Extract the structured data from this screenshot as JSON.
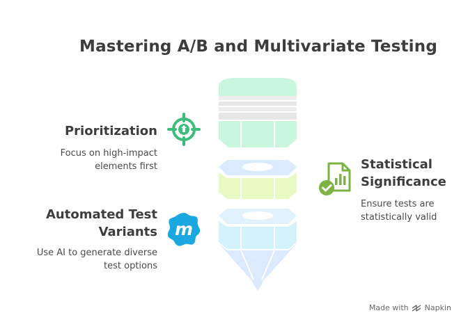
{
  "title": "Mastering A/B and Multivariate Testing",
  "items": [
    {
      "heading": "Prioritization",
      "description_lines": [
        "Focus on high-impact",
        "elements first"
      ],
      "icon": "crosshair-icon",
      "color": "#3dbd7d"
    },
    {
      "heading_lines": [
        "Statistical",
        "Significance"
      ],
      "description_lines": [
        "Ensure tests are",
        "statistically valid"
      ],
      "icon": "document-check-icon",
      "color": "#7cb342"
    },
    {
      "heading_lines": [
        "Automated Test",
        "Variants"
      ],
      "description_lines": [
        "Use AI to generate diverse",
        "test options"
      ],
      "icon": "m-badge-icon",
      "color": "#1ba7e0"
    }
  ],
  "footer": {
    "made_with": "Made with",
    "brand": "Napkin"
  },
  "icons": {
    "m_badge_letter": "m"
  },
  "colors": {
    "top_segment": "#c8f7de",
    "middle_segment": "#e8f9c4",
    "bottom_segment": "#d3f2fb",
    "tip": "#dbeafe",
    "rings": "#e6e6e6"
  }
}
